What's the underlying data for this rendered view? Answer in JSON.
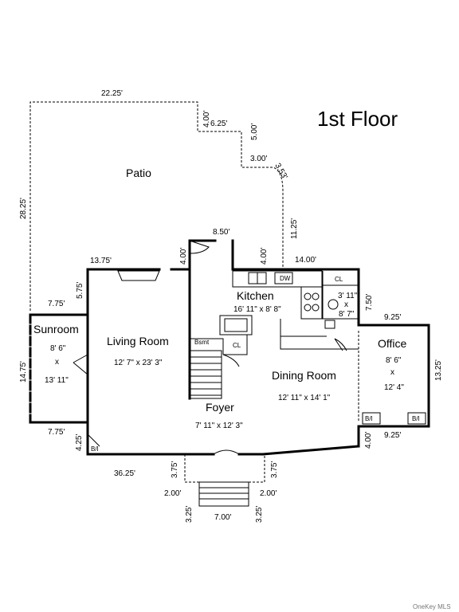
{
  "title": "1st Floor",
  "credit": "OneKey MLS",
  "rooms": {
    "patio": "Patio",
    "sunroom": "Sunroom",
    "sunroom_w": "8' 6\"",
    "sunroom_x": "x",
    "sunroom_l": "13' 11\"",
    "living": "Living Room",
    "living_size": "12' 7\" x 23' 3\"",
    "kitchen": "Kitchen",
    "kitchen_size": "16' 11\" x 8' 8\"",
    "bath_w": "3' 11\"",
    "bath_x": "x",
    "bath_l": "8' 7\"",
    "office": "Office",
    "office_w": "8' 6\"",
    "office_x": "x",
    "office_l": "12' 4\"",
    "dining": "Dining Room",
    "dining_size": "12' 11\" x 14' 1\"",
    "foyer": "Foyer",
    "foyer_size": "7' 11\" x 12' 3\""
  },
  "labels": {
    "bsmt": "Bsmt",
    "cl1": "CL",
    "cl2": "CL",
    "dw": "DW",
    "bi1": "B/I",
    "bi2": "B/I",
    "bi3": "B/I"
  },
  "dims": {
    "d_22_25": "22.25'",
    "d_4_00a": "4.00'",
    "d_6_25": "6.25'",
    "d_5_00": "5.00'",
    "d_3_00": "3.00'",
    "d_3_53": "3.53'",
    "d_28_25": "28.25'",
    "d_11_25": "11.25'",
    "d_8_50": "8.50'",
    "d_4_00b": "4.00'",
    "d_4_00c": "4.00'",
    "d_13_75": "13.75'",
    "d_14_00": "14.00'",
    "d_5_75": "5.75'",
    "d_7_75a": "7.75'",
    "d_7_50": "7.50'",
    "d_9_25a": "9.25'",
    "d_14_75": "14.75'",
    "d_13_25": "13.25'",
    "d_7_75b": "7.75'",
    "d_4_25": "4.25'",
    "d_4_00d": "4.00'",
    "d_9_25b": "9.25'",
    "d_36_25": "36.25'",
    "d_3_75a": "3.75'",
    "d_3_75b": "3.75'",
    "d_2_00a": "2.00'",
    "d_2_00b": "2.00'",
    "d_3_25a": "3.25'",
    "d_7_00": "7.00'",
    "d_3_25b": "3.25'"
  }
}
